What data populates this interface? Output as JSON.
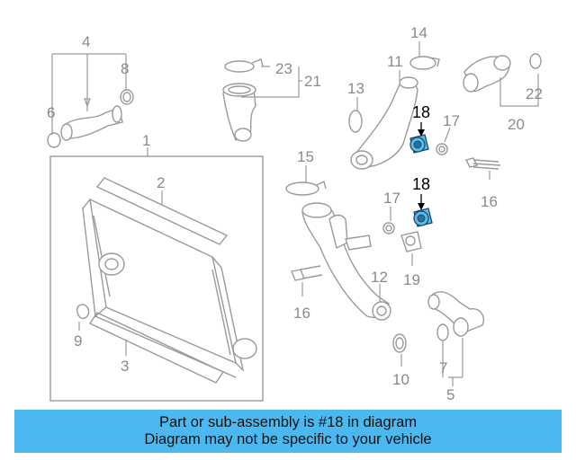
{
  "callouts": {
    "c1": "1",
    "c2": "2",
    "c3": "3",
    "c4": "4",
    "c5": "5",
    "c6": "6",
    "c7": "7",
    "c8": "8",
    "c9": "9",
    "c10": "10",
    "c11": "11",
    "c12": "12",
    "c13": "13",
    "c14": "14",
    "c15": "15",
    "c16a": "16",
    "c16b": "16",
    "c17a": "17",
    "c17b": "17",
    "c18a": "18",
    "c18b": "18",
    "c19": "19",
    "c20": "20",
    "c21": "21",
    "c22": "22",
    "c23": "23"
  },
  "highlight": {
    "part_number": "18",
    "color": "#5bbde9"
  },
  "banner": {
    "line1": "Part or sub-assembly is #18 in diagram",
    "line2": "Diagram may not be specific to your vehicle",
    "background": "#4cb8f0"
  }
}
